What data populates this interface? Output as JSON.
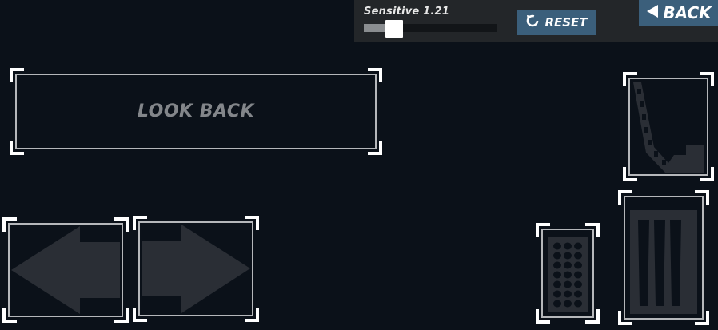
{
  "settings": {
    "sensitivity_label": "Sensitive 1.21",
    "sensitivity_fraction": 0.23,
    "reset_label": "RESET",
    "back_label": "BACK"
  },
  "controls": {
    "look_back_label": "LOOK BACK"
  },
  "colors": {
    "panel": "#232629",
    "button_blue": "#3b5f7b",
    "frame": "#b5b7ba",
    "icon_fill": "#2a2e35"
  }
}
